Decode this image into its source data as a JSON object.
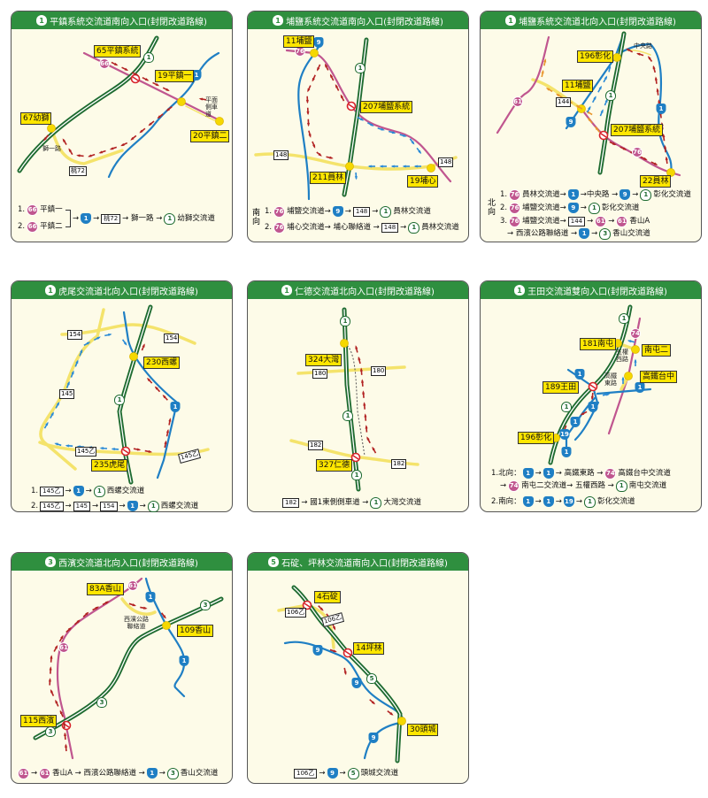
{
  "colors": {
    "header": "#2f8f3f",
    "national": "#1e6b30",
    "provincial": "#1f7fc4",
    "expressway": "#c0568f",
    "local": "#f4e36b",
    "detour_arrow": "#b22222",
    "alt_arrow": "#2a8ad6",
    "orange_arrow": "#e8962c",
    "label": "#ffe600"
  },
  "icons": {
    "closed": "no-entry-icon",
    "interchange": "yellow-dot-icon"
  },
  "panels": [
    {
      "title_shield": "1",
      "title": "平鎮系統交流道南向入口(封閉改道路線)",
      "interchanges": [
        "65平鎮系統",
        "19平鎮一",
        "67幼獅",
        "20平鎮二"
      ],
      "road_labels": [
        "桃72"
      ],
      "notes": [
        "平面側車道",
        "獅一路"
      ],
      "shields": [
        "1",
        "66",
        "1"
      ],
      "routes": [
        [
          "1.",
          {
            "k": "exp",
            "v": "66"
          },
          "平鎮一"
        ],
        [
          "2.",
          {
            "k": "exp",
            "v": "66"
          },
          "平鎮二"
        ],
        [
          "→",
          {
            "k": "prov",
            "v": "1"
          },
          "→",
          {
            "k": "cty",
            "v": "桃72"
          },
          "→ 獅一路 →",
          {
            "k": "nat",
            "v": "1"
          },
          "幼獅交流道"
        ]
      ]
    },
    {
      "title_shield": "1",
      "title": "埔鹽系統交流道南向入口(封閉改道路線)",
      "interchanges": [
        "11埔鹽",
        "207埔鹽系統",
        "211員林",
        "19埔心"
      ],
      "road_labels": [
        "148",
        "148"
      ],
      "shields": [
        "1",
        "9",
        "76"
      ],
      "direction": "南向",
      "routes": [
        [
          "1.",
          {
            "k": "exp",
            "v": "76"
          },
          "埔鹽交流道→",
          {
            "k": "prov",
            "v": "9"
          },
          "→",
          {
            "k": "cty",
            "v": "148"
          },
          "→",
          {
            "k": "nat",
            "v": "1"
          },
          "員林交流道"
        ],
        [
          "2.",
          {
            "k": "exp",
            "v": "76"
          },
          "埔心交流道→ 埔心聯絡道 →",
          {
            "k": "cty",
            "v": "148"
          },
          "→",
          {
            "k": "nat",
            "v": "1"
          },
          "員林交流道"
        ]
      ]
    },
    {
      "title_shield": "1",
      "title": "埔鹽系統交流道北向入口(封閉改道路線)",
      "interchanges": [
        "196彰化",
        "11埔鹽",
        "207埔鹽系統",
        "22員林"
      ],
      "road_labels": [
        "144"
      ],
      "notes": [
        "中央路"
      ],
      "shields": [
        "1",
        "1",
        "9",
        "61",
        "76"
      ],
      "direction": "北向",
      "routes": [
        [
          "1.",
          {
            "k": "exp",
            "v": "76"
          },
          "員林交流道→",
          {
            "k": "prov",
            "v": "1"
          },
          "→中央路 →",
          {
            "k": "prov",
            "v": "9"
          },
          "→",
          {
            "k": "nat",
            "v": "1"
          },
          "彰化交流道"
        ],
        [
          "2.",
          {
            "k": "exp",
            "v": "76"
          },
          "埔鹽交流道→",
          {
            "k": "prov",
            "v": "9"
          },
          "→",
          {
            "k": "nat",
            "v": "1"
          },
          "彰化交流道"
        ],
        [
          "3.",
          {
            "k": "exp",
            "v": "76"
          },
          "埔鹽交流道→",
          {
            "k": "cty",
            "v": "144"
          },
          "→",
          {
            "k": "exp",
            "v": "61"
          },
          "→",
          {
            "k": "exp",
            "v": "61"
          },
          "香山A"
        ],
        [
          "→ 西濱公路聯絡道 →",
          {
            "k": "prov",
            "v": "1"
          },
          "→",
          {
            "k": "nat",
            "v": "3"
          },
          "香山交流道"
        ]
      ]
    },
    {
      "title_shield": "1",
      "title": "虎尾交流道北向入口(封閉改道路線)",
      "interchanges": [
        "230西螺",
        "235虎尾"
      ],
      "road_labels": [
        "154",
        "154",
        "145",
        "145乙",
        "145乙"
      ],
      "shields": [
        "1",
        "1"
      ],
      "routes": [
        [
          "1.",
          {
            "k": "cty",
            "v": "145乙"
          },
          "→",
          {
            "k": "prov",
            "v": "1"
          },
          "→",
          {
            "k": "nat",
            "v": "1"
          },
          "西螺交流道"
        ],
        [
          "2.",
          {
            "k": "cty",
            "v": "145乙"
          },
          "→",
          {
            "k": "cty",
            "v": "145"
          },
          "→",
          {
            "k": "cty",
            "v": "154"
          },
          "→",
          {
            "k": "prov",
            "v": "1"
          },
          "→",
          {
            "k": "nat",
            "v": "1"
          },
          "西螺交流道"
        ]
      ]
    },
    {
      "title_shield": "1",
      "title": "仁德交流道北向入口(封閉改道路線)",
      "interchanges": [
        "324大灣",
        "327仁德"
      ],
      "road_labels": [
        "180",
        "180",
        "182",
        "182"
      ],
      "shields": [
        "1",
        "1",
        "1"
      ],
      "routes": [
        [
          {
            "k": "cty",
            "v": "182"
          },
          "→ 國1東側側車道 →",
          {
            "k": "nat",
            "v": "1"
          },
          "大灣交流道"
        ]
      ]
    },
    {
      "title_shield": "1",
      "title": "王田交流道雙向入口(封閉改道路線)",
      "interchanges": [
        "181南屯",
        "南屯二",
        "高鐵台中",
        "189王田",
        "196彰化"
      ],
      "notes": [
        "五權西路",
        "高鐵東路"
      ],
      "shields": [
        "1",
        "1",
        "74",
        "1",
        "1",
        "1",
        "1",
        "19",
        "1"
      ],
      "routes": [
        [
          "1.北向：",
          {
            "k": "prov",
            "v": "1"
          },
          "→",
          {
            "k": "prov",
            "v": "1"
          },
          "→ 高鐵東路 →",
          {
            "k": "exp",
            "v": "74"
          },
          "高鐵台中交流道"
        ],
        [
          "→",
          {
            "k": "exp",
            "v": "74"
          },
          "南屯二交流道→ 五權西路 →",
          {
            "k": "nat",
            "v": "1"
          },
          "南屯交流道"
        ],
        [
          "2.南向：",
          {
            "k": "prov",
            "v": "1"
          },
          "→",
          {
            "k": "prov",
            "v": "1"
          },
          "→",
          {
            "k": "prov",
            "v": "19"
          },
          "→",
          {
            "k": "nat",
            "v": "1"
          },
          "彰化交流道"
        ]
      ]
    },
    {
      "title_shield": "3",
      "title": "西濱交流道北向入口(封閉改道路線)",
      "interchanges": [
        "83A香山",
        "109香山",
        "115西濱"
      ],
      "notes": [
        "西濱公路聯絡道"
      ],
      "shields": [
        "3",
        "3",
        "3",
        "61",
        "61",
        "1",
        "1"
      ],
      "routes": [
        [
          {
            "k": "exp",
            "v": "61"
          },
          "→",
          {
            "k": "exp",
            "v": "61"
          },
          "香山A → 西濱公路聯絡道 →",
          {
            "k": "prov",
            "v": "1"
          },
          "→",
          {
            "k": "nat",
            "v": "3"
          },
          "香山交流道"
        ]
      ]
    },
    {
      "title_shield": "5",
      "title": "石碇、坪林交流道南向入口(封閉改道路線)",
      "interchanges": [
        "4石碇",
        "14坪林",
        "30頭城"
      ],
      "road_labels": [
        "106乙",
        "106乙"
      ],
      "shields": [
        "5",
        "9",
        "9",
        "9"
      ],
      "routes": [
        [
          {
            "k": "cty",
            "v": "106乙"
          },
          "→",
          {
            "k": "prov",
            "v": "9"
          },
          "→",
          {
            "k": "nat",
            "v": "5"
          },
          "頭城交流道"
        ]
      ]
    }
  ]
}
